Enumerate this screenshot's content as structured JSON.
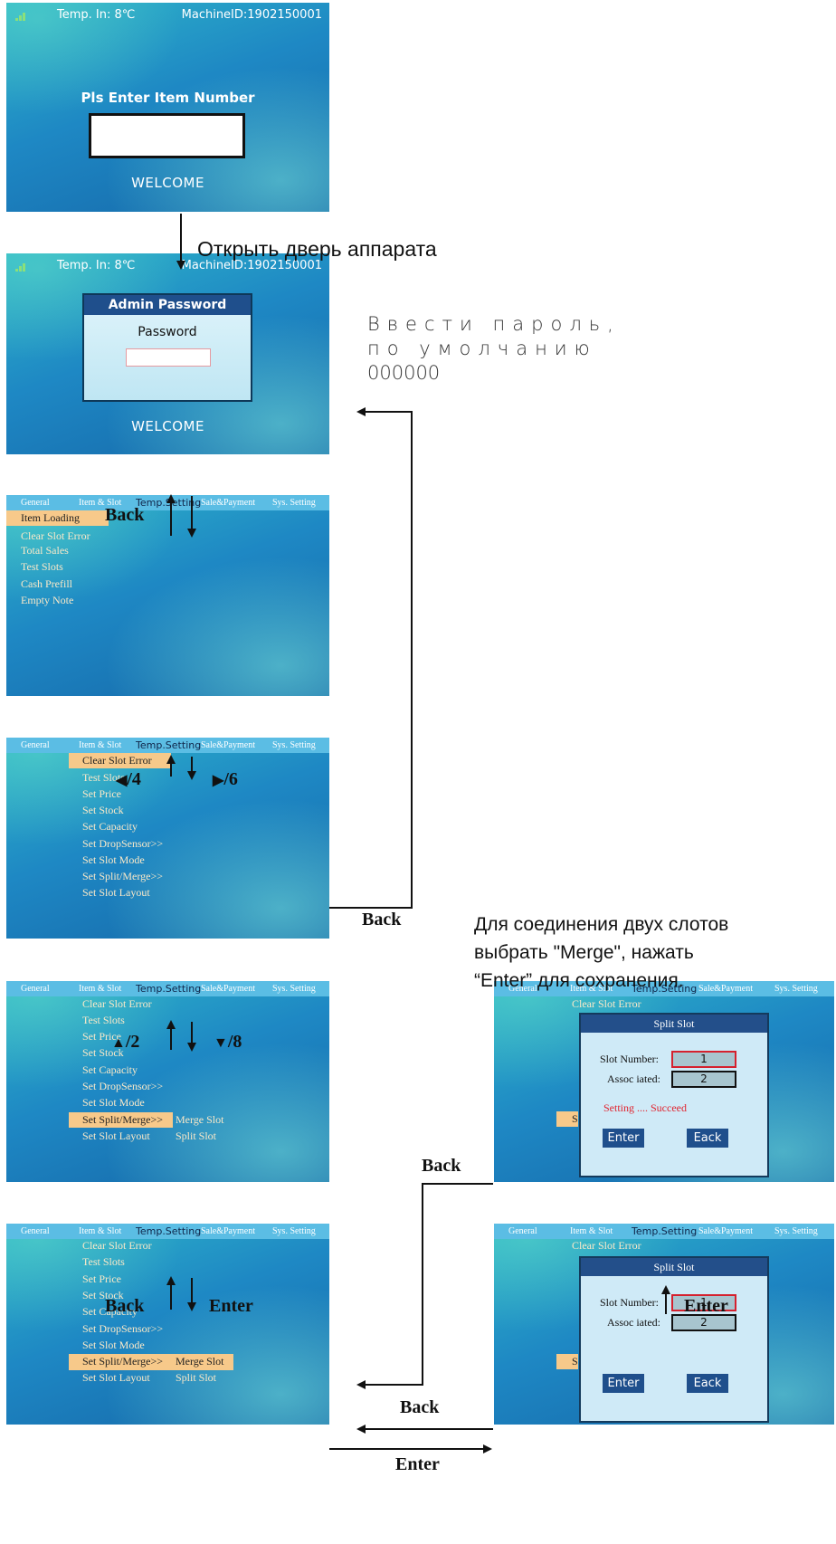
{
  "status": {
    "temp": "Temp.  In:  8℃",
    "machine": "MachineID:1902150001"
  },
  "screen1": {
    "prompt": "Pls Enter Item Number",
    "welcome": "WELCOME"
  },
  "step_open_door": "Открыть дверь аппарата",
  "screen2": {
    "dialog_title": "Admin Password",
    "password_label": "Password",
    "welcome": "WELCOME"
  },
  "note_password": {
    "line1": "Ввести пароль,",
    "line2": "по умолчанию",
    "line3": "000000"
  },
  "tabs": [
    "General",
    "Item & Slot",
    "Temp.Setting",
    "Sale&Payment",
    "Sys. Setting"
  ],
  "general_menu": [
    "Item Loading",
    "Clear Slot Error",
    "Total Sales",
    "Test Slots",
    "Cash Prefill",
    "Empty Note"
  ],
  "slot_menu": [
    "Clear Slot Error",
    "Test Slots",
    "Set Price",
    "Set Stock",
    "Set Capacity",
    "Set DropSensor>>",
    "Set Slot Mode",
    "Set Split/Merge>>",
    "Set Slot Layout"
  ],
  "submenu": {
    "merge": "Merge Slot",
    "split": "Split Slot"
  },
  "labels": {
    "back": "Back",
    "enter": "Enter",
    "left4": "/4",
    "right6": "/6",
    "up2": "/2",
    "down8": "/8",
    "left_sym": "◀",
    "right_sym": "▶",
    "up_sym": "▲",
    "down_sym": "▼"
  },
  "note_merge": {
    "line1": "Для соединения двух слотов",
    "line2": "выбрать \"Merge\", нажать",
    "line3": "“Enter” для сохранения."
  },
  "split_dialog": {
    "title": "Split Slot",
    "slot_label": "Slot Number:",
    "assoc_label": "Assoc iated:",
    "slot_value": "1",
    "assoc_value": "2",
    "success": "Setting .... Succeed",
    "enter_btn": "Enter",
    "back_btn": "Eack",
    "peek_top": "Clear Slot Error",
    "peek_letter": "S"
  }
}
